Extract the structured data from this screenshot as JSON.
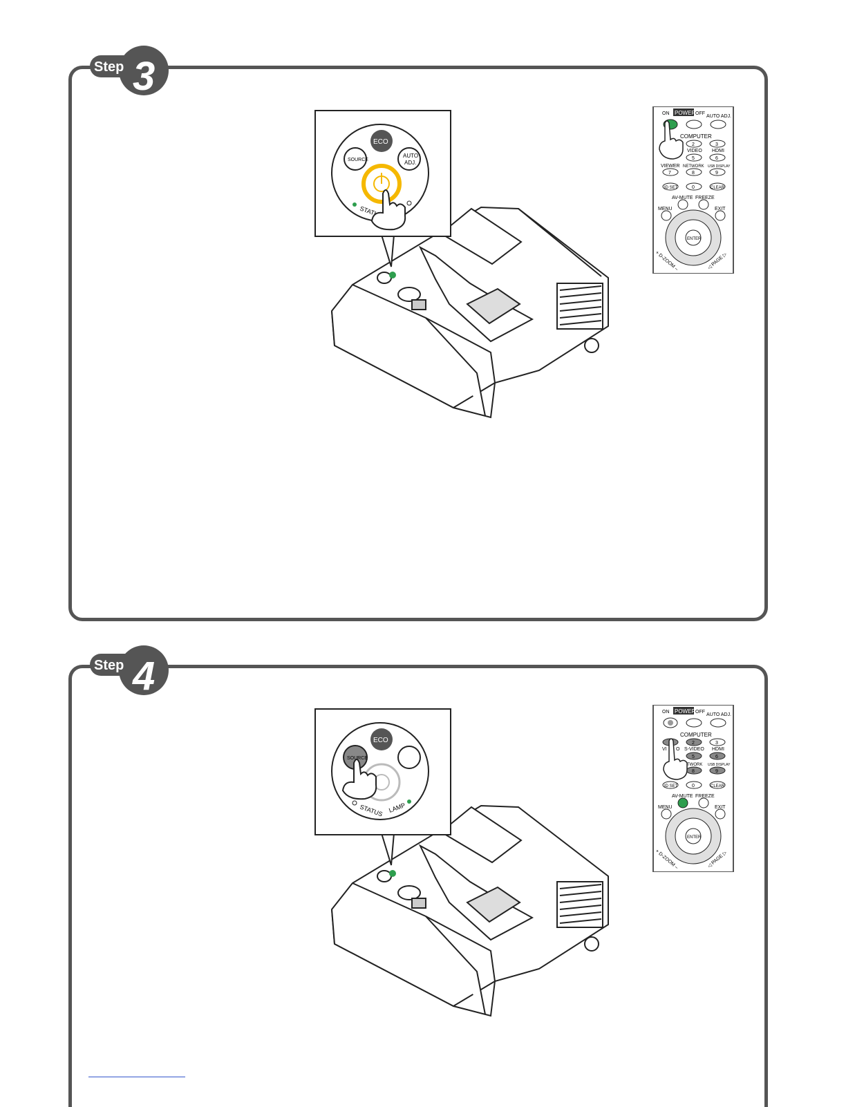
{
  "step3": {
    "badge_word": "Step",
    "badge_number": "3",
    "panel_labels": {
      "eco": "ECO",
      "source": "SOURCE",
      "auto": "AUTO",
      "adj": "ADJ.",
      "status": "STATUS"
    },
    "remote_labels": {
      "on": "ON",
      "power": "POWER",
      "off": "OFF",
      "auto_adj": "AUTO ADJ.",
      "computer": "COMPUTER",
      "k2": "2",
      "k3": "3",
      "video": "VIDEO",
      "hdmi": "HDMI",
      "k5": "5",
      "k6": "6",
      "viewer": "VIEWER",
      "network": "NETWORK",
      "usb_display": "USB DISPLAY",
      "k7": "7",
      "k8": "8",
      "k9": "9",
      "id_set": "ID SET",
      "k0": "0",
      "clear": "CLEAR",
      "av_mute": "AV-MUTE",
      "freeze": "FREEZE",
      "menu": "MENU",
      "exit": "EXIT",
      "enter": "ENTER",
      "d_zoom": "+ D-ZOOM –",
      "page": "◁ PAGE ▷"
    }
  },
  "step4": {
    "badge_word": "Step",
    "badge_number": "4",
    "panel_labels": {
      "eco": "ECO",
      "source": "SOURCE",
      "status": "STATUS",
      "lamp": "LAMP"
    },
    "remote_labels": {
      "on": "ON",
      "power": "POWER",
      "off": "OFF",
      "auto_adj": "AUTO ADJ.",
      "computer": "COMPUTER",
      "k1": "1",
      "k2": "2",
      "k3": "3",
      "video": "VI",
      "video2": "O",
      "s_video": "S-VIDEO",
      "hdmi": "HDMI",
      "k5": "5",
      "k6": "6",
      "network": "TWORK",
      "usb_display": "USB DISPLAY",
      "k8": "8",
      "k9": "9",
      "id_set": "ID SET",
      "k0": "0",
      "clear": "CLEAR",
      "av_mute": "AV-MUTE",
      "freeze": "FREEZE",
      "menu": "MENU",
      "exit": "EXIT",
      "enter": "ENTER",
      "d_zoom": "+ D-ZOOM –",
      "page": "◁ PAGE ▷"
    }
  },
  "colors": {
    "border": "#555555",
    "badge": "#555555",
    "power_glow": "#f5b800",
    "led_green": "#2e9e4e",
    "footer_link": "#3355cc"
  }
}
